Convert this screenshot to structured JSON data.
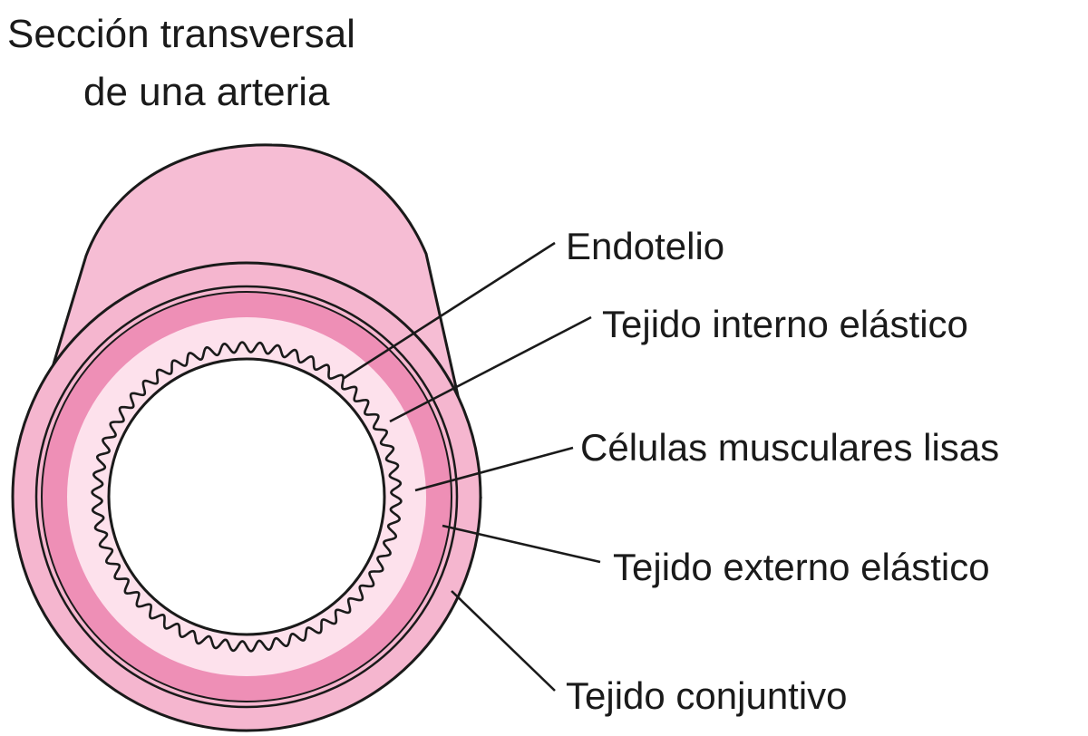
{
  "title_lines": [
    "Sección transversal",
    "de una arteria"
  ],
  "labels": {
    "endotelio": "Endotelio",
    "interno": "Tejido interno elástico",
    "musculares": "Células musculares lisas",
    "externo": "Tejido externo elástico",
    "conjuntivo": "Tejido conjuntivo"
  },
  "colors": {
    "tube_body": "#f6bdd4",
    "conjuntivo": "#f5b6cf",
    "musculares": "#ee8fb6",
    "interno_band": "#fde1ec",
    "lumen": "#ffffff",
    "stroke": "#1a1a1a"
  }
}
